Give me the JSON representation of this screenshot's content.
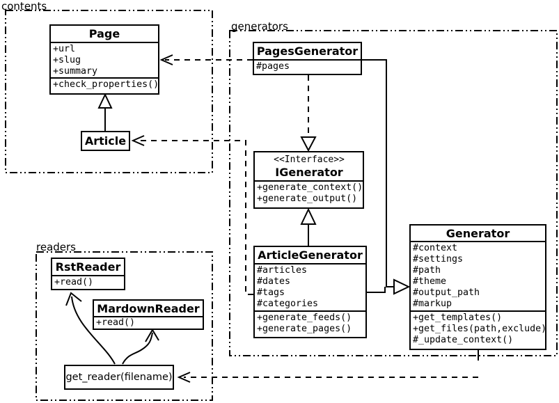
{
  "colors": {
    "background": "#ffffff",
    "line": "#000000",
    "text": "#000000"
  },
  "packages": {
    "contents": {
      "label": "contents"
    },
    "generators": {
      "label": "generators"
    },
    "readers": {
      "label": "readers"
    }
  },
  "classes": {
    "page": {
      "name": "Page",
      "attributes": [
        "+url",
        "+slug",
        "+summary"
      ],
      "methods": [
        "+check_properties()"
      ]
    },
    "article": {
      "name": "Article"
    },
    "pages_generator": {
      "name": "PagesGenerator",
      "attributes": [
        "#pages"
      ]
    },
    "igenerator": {
      "stereotype": "<<Interface>>",
      "name": "IGenerator",
      "methods": [
        "+generate_context()",
        "+generate_output()"
      ]
    },
    "article_generator": {
      "name": "ArticleGenerator",
      "attributes": [
        "#articles",
        "#dates",
        "#tags",
        "#categories"
      ],
      "methods": [
        "+generate_feeds()",
        "+generate_pages()"
      ]
    },
    "generator": {
      "name": "Generator",
      "attributes": [
        "#context",
        "#settings",
        "#path",
        "#theme",
        "#output_path",
        "#markup"
      ],
      "methods": [
        "+get_templates()",
        "+get_files(path,exclude)",
        "#_update_context()"
      ]
    },
    "rst_reader": {
      "name": "RstReader",
      "methods": [
        "+read()"
      ]
    },
    "mardown_reader": {
      "name": "MardownReader",
      "methods": [
        "+read()"
      ]
    },
    "get_reader": {
      "name": "get_reader(filename)"
    }
  },
  "relationships": [
    {
      "type": "generalization",
      "from": "Article",
      "to": "Page"
    },
    {
      "type": "dependency",
      "from": "PagesGenerator",
      "to": "Page"
    },
    {
      "type": "realization",
      "from": "PagesGenerator",
      "to": "IGenerator"
    },
    {
      "type": "generalization",
      "from": "ArticleGenerator",
      "to": "IGenerator"
    },
    {
      "type": "generalization",
      "from": "PagesGenerator",
      "to": "Generator"
    },
    {
      "type": "generalization",
      "from": "ArticleGenerator",
      "to": "Generator"
    },
    {
      "type": "dependency",
      "from": "ArticleGenerator",
      "to": "Article"
    },
    {
      "type": "dependency",
      "from": "Generator",
      "to": "get_reader(filename)"
    },
    {
      "type": "arrow",
      "from": "get_reader(filename)",
      "to": "RstReader"
    },
    {
      "type": "arrow",
      "from": "get_reader(filename)",
      "to": "MardownReader"
    }
  ]
}
